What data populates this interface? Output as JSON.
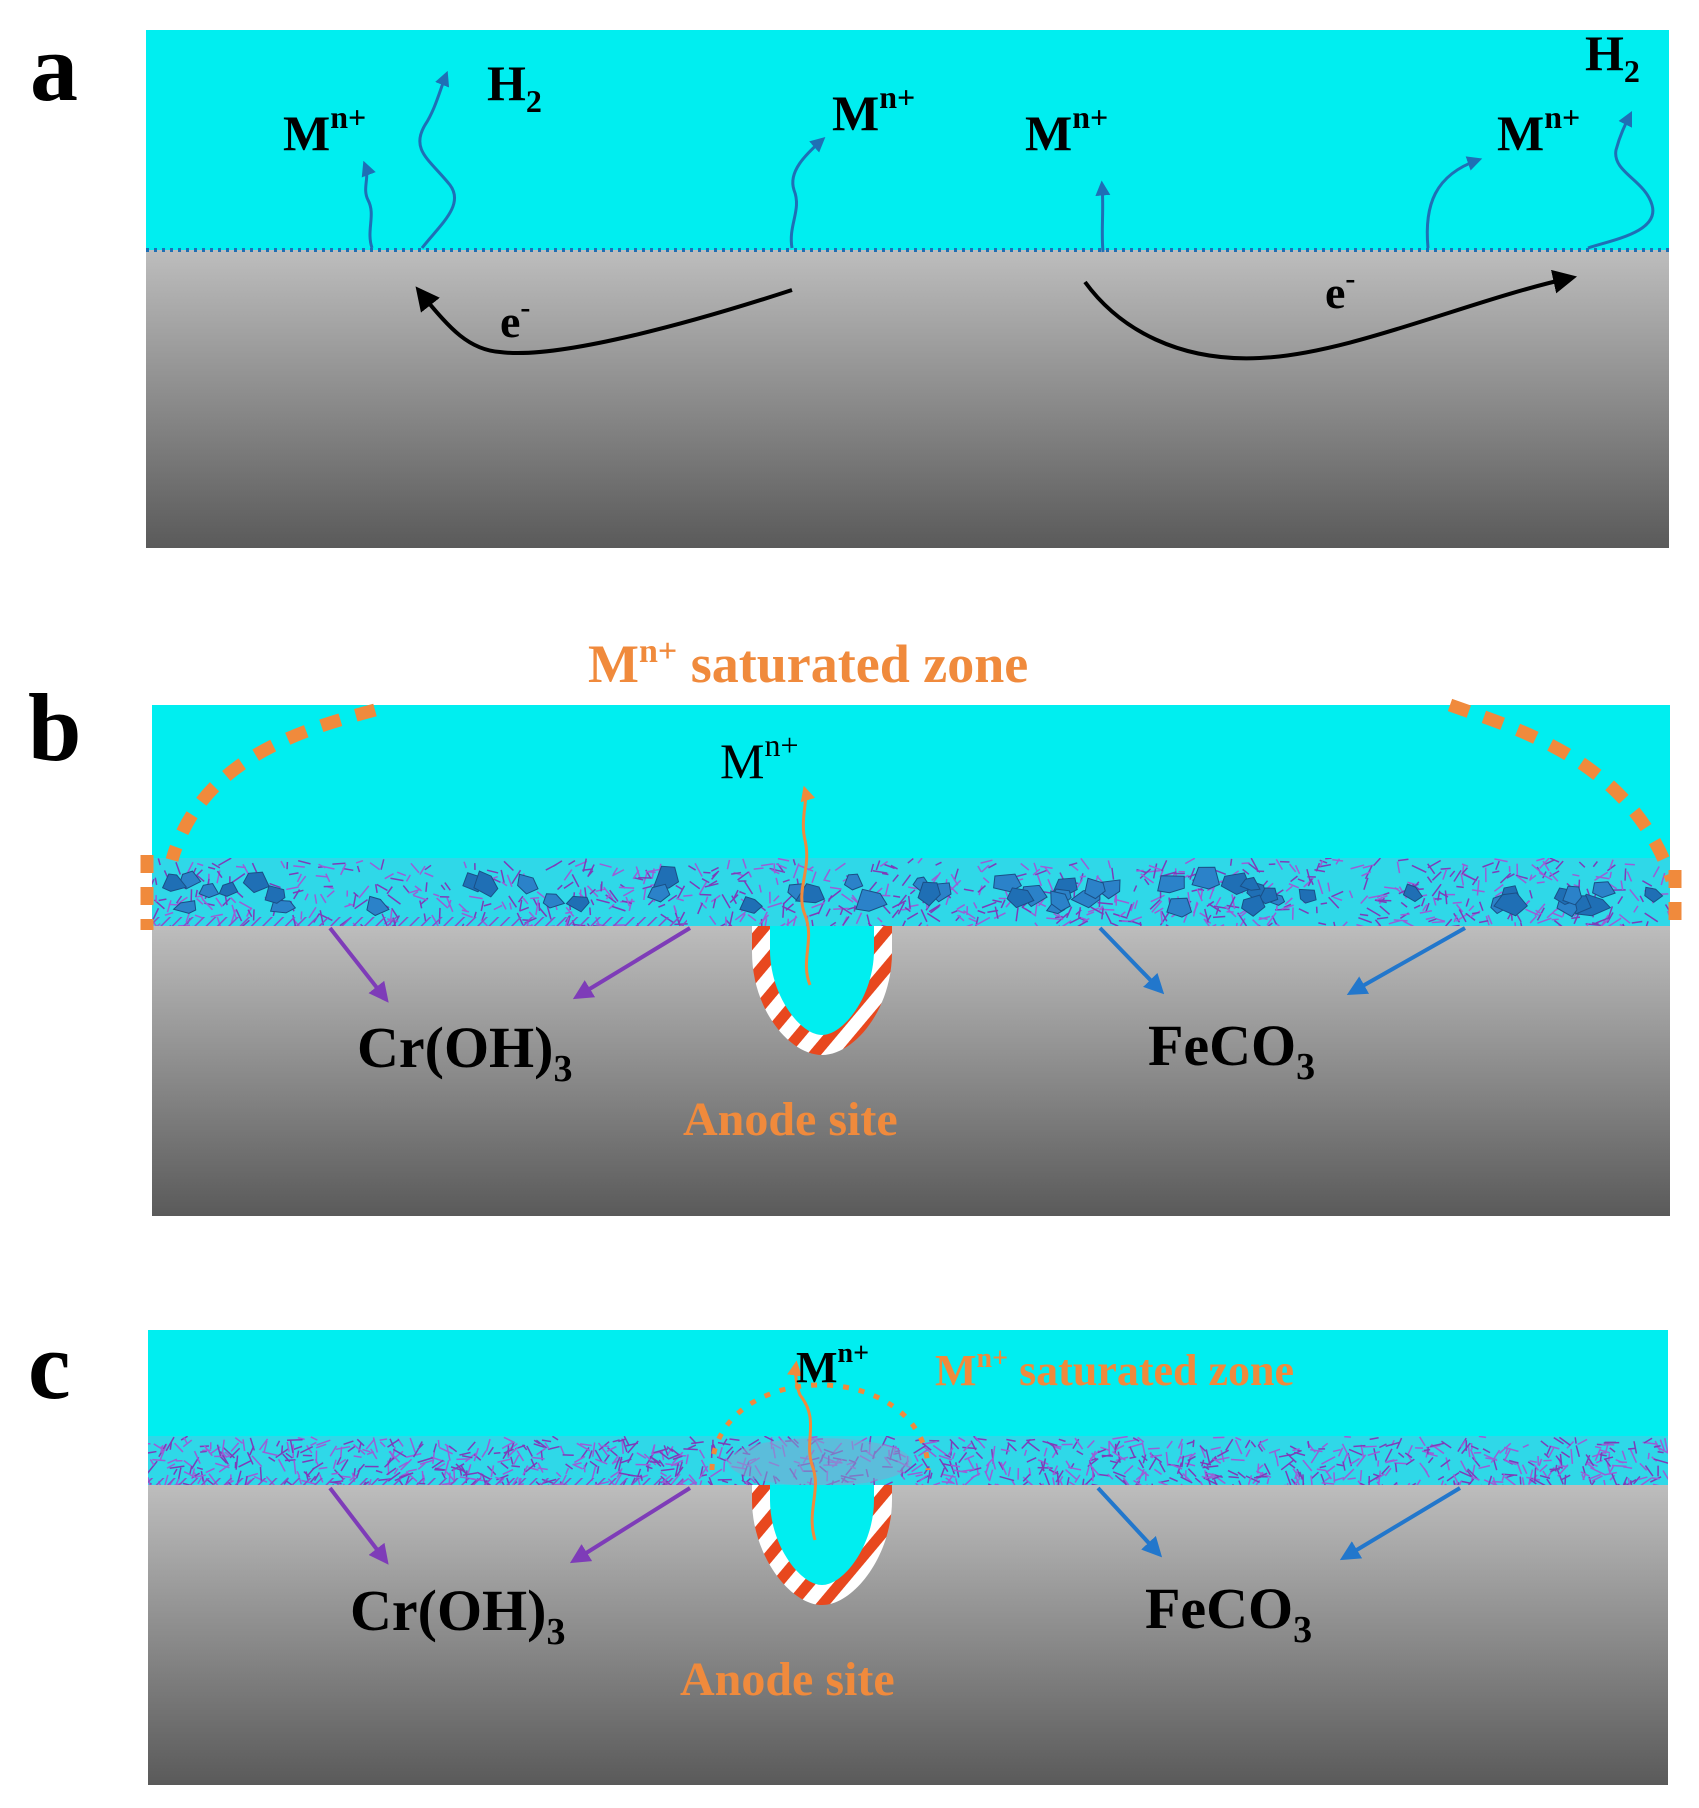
{
  "colors": {
    "solution": "#00EEF0",
    "metal_top": "#BDBDBD",
    "metal_bottom": "#5A5A5A",
    "orange": "#F08A3C",
    "ion_arrow": "#1F6FB5",
    "purple": "#7E3CB8",
    "blue_arrow": "#2277CC",
    "pit_stripe": "#E8481E"
  },
  "panel_a": {
    "letter": "a",
    "ion_base": "M",
    "ion_sup": "n+",
    "h2_base": "H",
    "h2_sub": "2",
    "electron_base": "e",
    "electron_sup": "-"
  },
  "panel_b": {
    "letter": "b",
    "zone_ion_base": "M",
    "zone_ion_sup": "n+",
    "zone_rest": " saturated zone",
    "ion_base": "M",
    "ion_sup": "n+",
    "cr_base": "Cr(OH)",
    "cr_sub": "3",
    "fe_base": "FeCO",
    "fe_sub": "3",
    "anode": "Anode site"
  },
  "panel_c": {
    "letter": "c",
    "zone_ion_base": "M",
    "zone_ion_sup": "n+",
    "zone_rest": " saturated zone",
    "ion_base": "M",
    "ion_sup": "n+",
    "cr_base": "Cr(OH)",
    "cr_sub": "3",
    "fe_base": "FeCO",
    "fe_sub": "3",
    "anode": "Anode site"
  }
}
